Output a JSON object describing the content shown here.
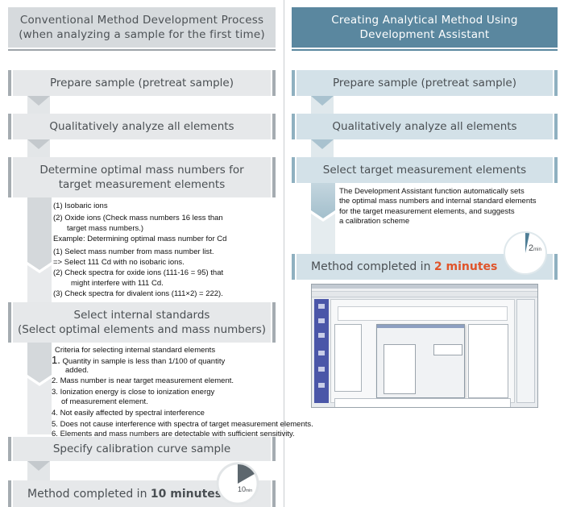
{
  "left": {
    "header": {
      "line1": "Conventional Method Development Process",
      "line2": "(when analyzing a sample for the first time)"
    },
    "steps": [
      {
        "line1": "Prepare sample (pretreat sample)"
      },
      {
        "line1": "Qualitatively analyze all elements"
      },
      {
        "line1": "Determine optimal mass numbers for",
        "line2": "target measurement elements"
      },
      {
        "line1": "Select internal standards",
        "line2": "(Select optimal elements and mass numbers)"
      },
      {
        "line1": "Specify calibration curve sample"
      }
    ],
    "mass_notes": {
      "items": [
        "(1) Isobaric ions",
        "(2) Oxide ions (Check mass numbers 16 less than",
        "target mass numbers.)",
        "Example: Determining optimal mass number for Cd",
        "(1) Select mass number from mass number list.",
        "=> Select 111 Cd with no isobaric ions.",
        "(2) Check spectra for oxide ions (111-16 = 95) that",
        "might interfere with 111 Cd.",
        "(3) Check spectra for divalent ions (111×2) = 222)."
      ]
    },
    "standards_notes": {
      "title": "Criteria for selecting internal standard elements",
      "items": [
        {
          "num": "1.",
          "text": "Quantity in sample is less than 1/100 of quantity",
          "cont": "added."
        },
        {
          "num": "2.",
          "text": "Mass number is near target measurement element."
        },
        {
          "num": "3.",
          "text": "Ionization energy is close to ionization energy",
          "cont": "of measurement element."
        },
        {
          "num": "4.",
          "text": "Not easily affected by spectral interference"
        },
        {
          "num": "5.",
          "text": "Does not cause interference with spectra of target measurement elements."
        },
        {
          "num": "6.",
          "text": "Elements and mass numbers are detectable with sufficient sensitivity."
        }
      ]
    },
    "result": {
      "prefix": "Method completed in ",
      "emphasis": "10 minutes"
    },
    "clock": {
      "value": "10",
      "unit": "min",
      "fraction": 0.1667
    }
  },
  "right": {
    "header": {
      "line1": "Creating Analytical Method Using",
      "line2": "Development Assistant"
    },
    "steps": [
      {
        "line1": "Prepare sample (pretreat sample)"
      },
      {
        "line1": "Qualitatively analyze all elements"
      },
      {
        "line1": "Select target measurement elements"
      }
    ],
    "assistant_note": [
      "The Development Assistant function automatically sets",
      "the optimal mass numbers and internal standard elements",
      "for the target measurement elements, and suggests",
      "a calibration scheme"
    ],
    "result": {
      "prefix": "Method completed in ",
      "emphasis": "2 minutes"
    },
    "clock": {
      "value": "2",
      "unit": "min",
      "fraction": 0.0333
    }
  },
  "colors": {
    "accent_orange": "#e0542a",
    "right_header": "#5a879f",
    "left_header": "#d6dadd"
  }
}
